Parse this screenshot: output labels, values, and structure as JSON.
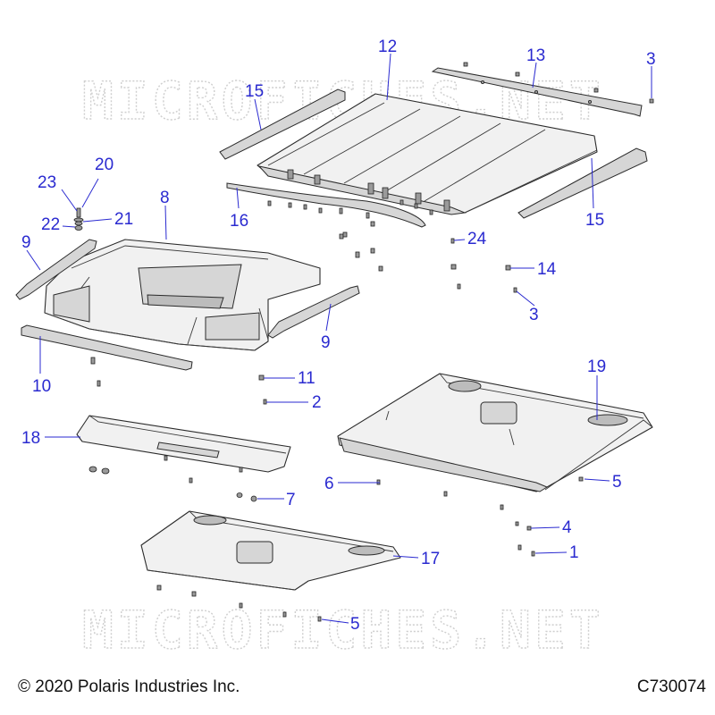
{
  "watermark": "MICROFICHES.NET",
  "footer": {
    "copyright": "© 2020 Polaris Industries Inc.",
    "drawing_code": "C730074"
  },
  "callouts": {
    "c1": "1",
    "c2": "2",
    "c3a": "3",
    "c3b": "3",
    "c4": "4",
    "c5a": "5",
    "c5b": "5",
    "c6": "6",
    "c7": "7",
    "c8": "8",
    "c9a": "9",
    "c9b": "9",
    "c10": "10",
    "c11": "11",
    "c12": "12",
    "c13": "13",
    "c14": "14",
    "c15a": "15",
    "c15b": "15",
    "c16": "16",
    "c17": "17",
    "c18": "18",
    "c19": "19",
    "c20": "20",
    "c21": "21",
    "c22": "22",
    "c23": "23",
    "c24": "24"
  },
  "colors": {
    "callout": "#2a2ad0",
    "line": "#2b2b2b",
    "watermark": "#cfcfcf"
  }
}
